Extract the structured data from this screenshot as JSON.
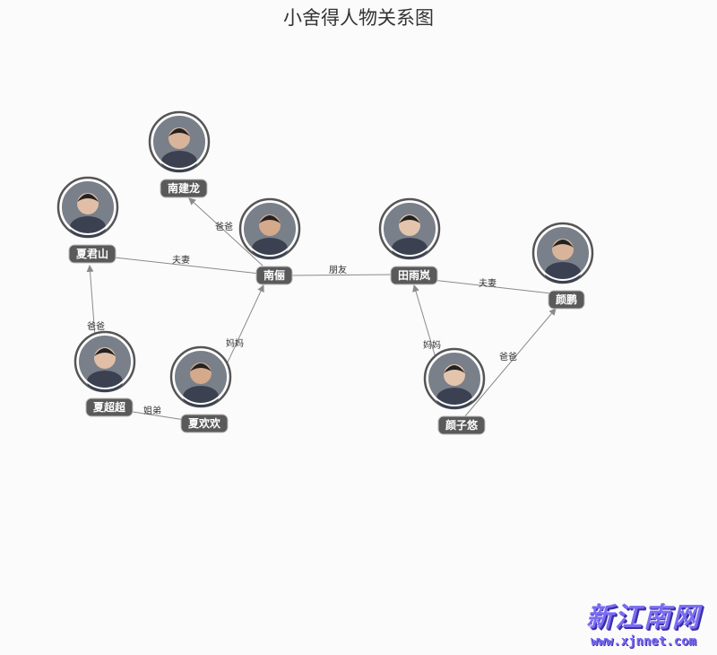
{
  "diagram": {
    "title": "小舍得人物关系图",
    "nodes": [
      {
        "id": "nanjianlong",
        "label": "南建龙"
      },
      {
        "id": "xiajunshan",
        "label": "夏君山"
      },
      {
        "id": "nanli",
        "label": "南俪"
      },
      {
        "id": "tianyulan",
        "label": "田雨岚"
      },
      {
        "id": "yanpeng",
        "label": "颜鹏"
      },
      {
        "id": "xiachaochao",
        "label": "夏超超"
      },
      {
        "id": "xiahuanhuan",
        "label": "夏欢欢"
      },
      {
        "id": "yanziyou",
        "label": "颜子悠"
      }
    ],
    "edges": [
      {
        "from": "nanli",
        "to": "nanjianlong",
        "label": "爸爸",
        "arrow": true
      },
      {
        "from": "xiajunshan",
        "to": "nanli",
        "label": "夫妻",
        "arrow": false
      },
      {
        "from": "nanli",
        "to": "tianyulan",
        "label": "朋友",
        "arrow": false
      },
      {
        "from": "tianyulan",
        "to": "yanpeng",
        "label": "夫妻",
        "arrow": false
      },
      {
        "from": "xiachaochao",
        "to": "xiajunshan",
        "label": "爸爸",
        "arrow": true
      },
      {
        "from": "xiahuanhuan",
        "to": "nanli",
        "label": "妈妈",
        "arrow": true
      },
      {
        "from": "xiachaochao",
        "to": "xiahuanhuan",
        "label": "姐弟",
        "arrow": false
      },
      {
        "from": "yanziyou",
        "to": "tianyulan",
        "label": "妈妈",
        "arrow": true
      },
      {
        "from": "yanziyou",
        "to": "yanpeng",
        "label": "爸爸",
        "arrow": true
      }
    ]
  },
  "watermark": {
    "title": "新江南网",
    "url": "www.xjnnet.com"
  }
}
